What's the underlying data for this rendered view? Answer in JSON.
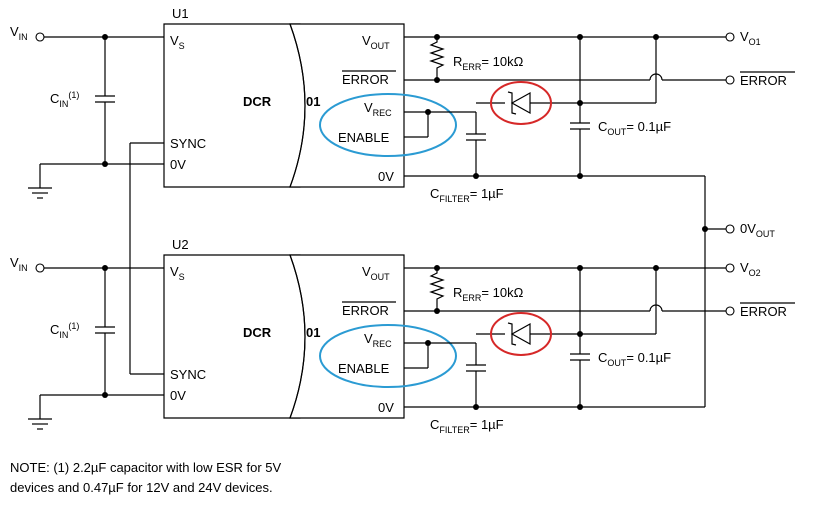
{
  "labels": {
    "vin": "V",
    "vin_sub": "IN",
    "u1": "U1",
    "u2": "U2",
    "vs": "V",
    "vs_sub": "S",
    "dcr": "DCR",
    "part01": "01",
    "sync": "SYNC",
    "ov": "0V",
    "vout": "V",
    "vout_sub": "OUT",
    "error": "ERROR",
    "vrec": "V",
    "vrec_sub": "REC",
    "enable": "ENABLE",
    "rerr": "R",
    "rerr_sub": "ERR",
    "rerr_val": "= 10kΩ",
    "cout": "C",
    "cout_sub": "OUT",
    "cout_val": "= 0.1µF",
    "cfilter": "C",
    "cfilter_sub": "FILTER",
    "cfilter_val": "= 1µF",
    "cin": "C",
    "cin_sub": "IN",
    "cin_sup": "(1)",
    "vo1": "V",
    "vo1_sub": "O1",
    "vo2": "V",
    "vo2_sub": "O2",
    "ovout": "0V",
    "ovout_sub": "OUT",
    "error_out": "ERROR"
  },
  "note": {
    "line1": "NOTE: (1) 2.2µF capacitor with low ESR for 5V",
    "line2": "devices and 0.47µF for 12V and 24V devices."
  },
  "colors": {
    "highlight_blue": "#2b9bd3",
    "highlight_red": "#d62828",
    "line": "#000000"
  }
}
